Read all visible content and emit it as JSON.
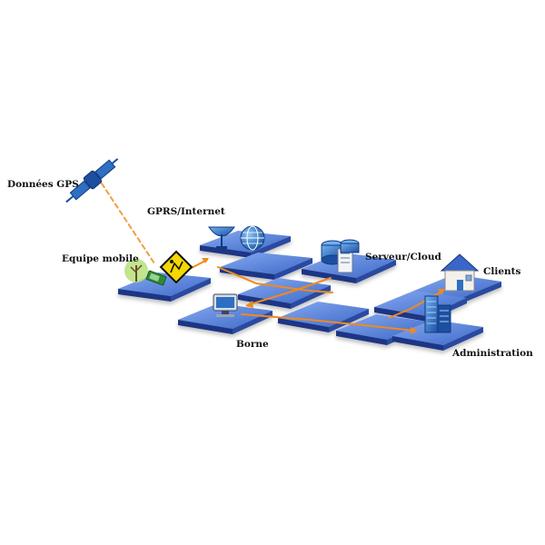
{
  "diagram": {
    "labels": {
      "gps": "Données GPS",
      "gprs": "GPRS/Internet",
      "mobile": "Equipe mobile",
      "server": "Serveur/Cloud",
      "clients": "Clients",
      "borne": "Borne",
      "administration": "Administration"
    },
    "colors": {
      "tile_top": "#4a78d8",
      "tile_top_light": "#7fa4ee",
      "tile_side": "#1a3585",
      "connector": "#f08a1c",
      "gps_link": "#f0a040",
      "icon_blue": "#2f6fc2",
      "warning_yellow": "#f5d800"
    }
  }
}
